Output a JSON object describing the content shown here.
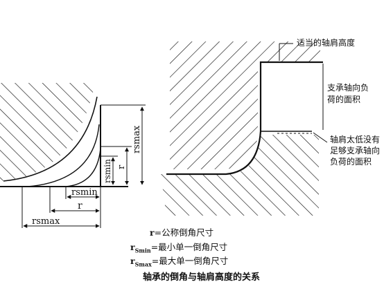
{
  "left_diagram": {
    "labels": {
      "r_smax_vertical": "rsmax",
      "r_vertical": "r",
      "r_smin_vertical": "rsmin",
      "r_smin_horizontal": "rsmin",
      "r_horizontal": "r",
      "r_smax_horizontal": "rsmax"
    }
  },
  "right_diagram": {
    "labels": {
      "proper_height": "适当的轴肩高度",
      "support_area_1": "支承轴向负",
      "support_area_2": "荷的面积",
      "too_low_1": "轴肩太低没有",
      "too_low_2": "足够支承轴向",
      "too_low_3": "负荷的面积"
    }
  },
  "legend": {
    "r_symbol": "r",
    "r_def": "=公称倒角尺寸",
    "rsmin_symbol": "r",
    "rsmin_sub": "Smin",
    "rsmin_def": "=最小单一倒角尺寸",
    "rsmax_symbol": "r",
    "rsmax_sub": "Smax",
    "rsmax_def": "=最大单一倒角尺寸"
  },
  "caption": "轴承的倒角与轴肩高度的关系"
}
